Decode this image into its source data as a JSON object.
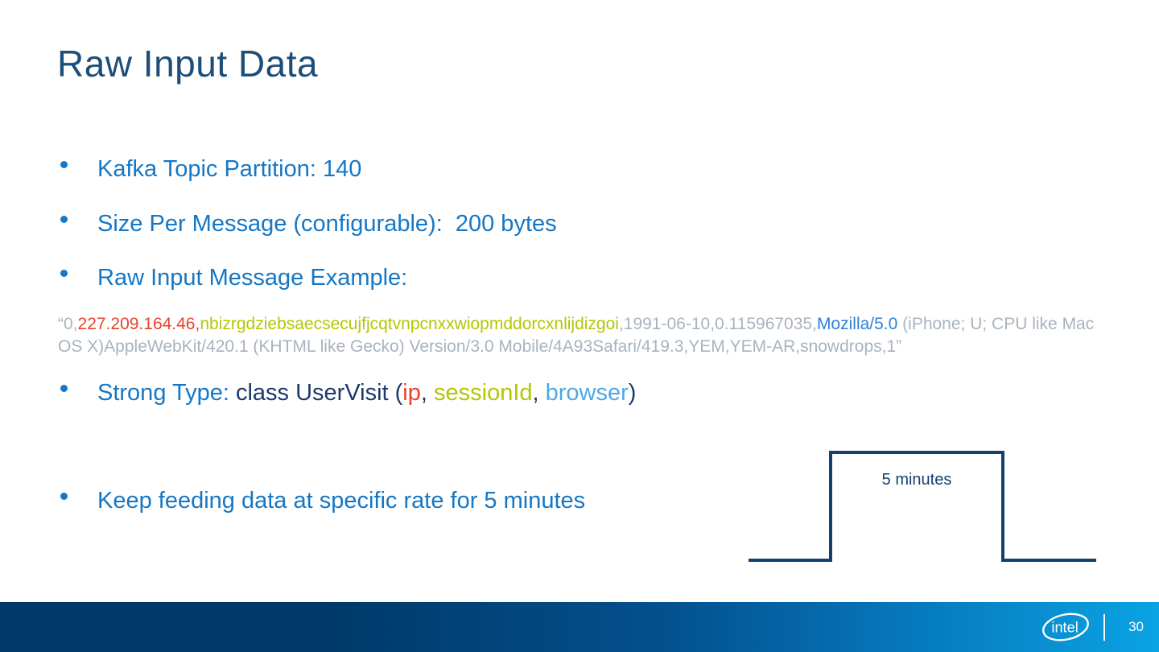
{
  "slide": {
    "title": "Raw Input Data"
  },
  "palette": {
    "title_navy": "#1d4e79",
    "bullet_blue": "#1577c5",
    "dark_navy": "#1d3a69",
    "diagram_navy": "#14406e",
    "gray": "#a9b3bd",
    "red": "#e8432c",
    "green": "#b2c702",
    "light_blue": "#4fa8e6",
    "link_blue": "#2f80d8",
    "footer_gradient_start": "#003968",
    "footer_gradient_end": "#0aa3e4"
  },
  "bullets": [
    {
      "label": "Kafka Topic Partition: 140"
    },
    {
      "label": "Size Per Message (configurable):  200 bytes"
    },
    {
      "label": "Raw Input Message Example:"
    },
    {
      "label": "Keep feeding data at specific rate for 5 minutes"
    }
  ],
  "raw_message": {
    "segments": [
      {
        "text": "“0,",
        "color": "#a9b3bd"
      },
      {
        "text": "227.209.164.46",
        "color": "#e8432c"
      },
      {
        "text": ",",
        "color": "#e8432c"
      },
      {
        "text": "nbizrgdziebsaecsecujfjcqtvnpcnxxwiopmddorcxnlijdizgoi",
        "color": "#b2c702"
      },
      {
        "text": ",1991-06-10,0.115967035,",
        "color": "#a9b3bd"
      },
      {
        "text": "Mozilla/5.0",
        "color": "#2f80d8"
      },
      {
        "text": " (iPhone; U; CPU like Mac OS X)AppleWebKit/420.1 (KHTML like Gecko) Version/3.0 Mobile/4A93Safari/419.3,YEM,YEM-AR,snowdrops,1”",
        "color": "#a9b3bd"
      }
    ]
  },
  "strong_type_bullet": {
    "segments": [
      {
        "text": "Strong Type:",
        "color": "#1577c5"
      },
      {
        "text": " class UserVisit (",
        "color": "#1d3a69"
      },
      {
        "text": "ip",
        "color": "#e8432c"
      },
      {
        "text": ", ",
        "color": "#1d3a69"
      },
      {
        "text": "sessionId",
        "color": "#b2c702"
      },
      {
        "text": ", ",
        "color": "#1d3a69"
      },
      {
        "text": "browser",
        "color": "#4fa8e6"
      },
      {
        "text": ")",
        "color": "#1d3a69"
      }
    ]
  },
  "diagram": {
    "label": "5 minutes"
  },
  "footer": {
    "brand": "intel",
    "page_number": "30"
  }
}
